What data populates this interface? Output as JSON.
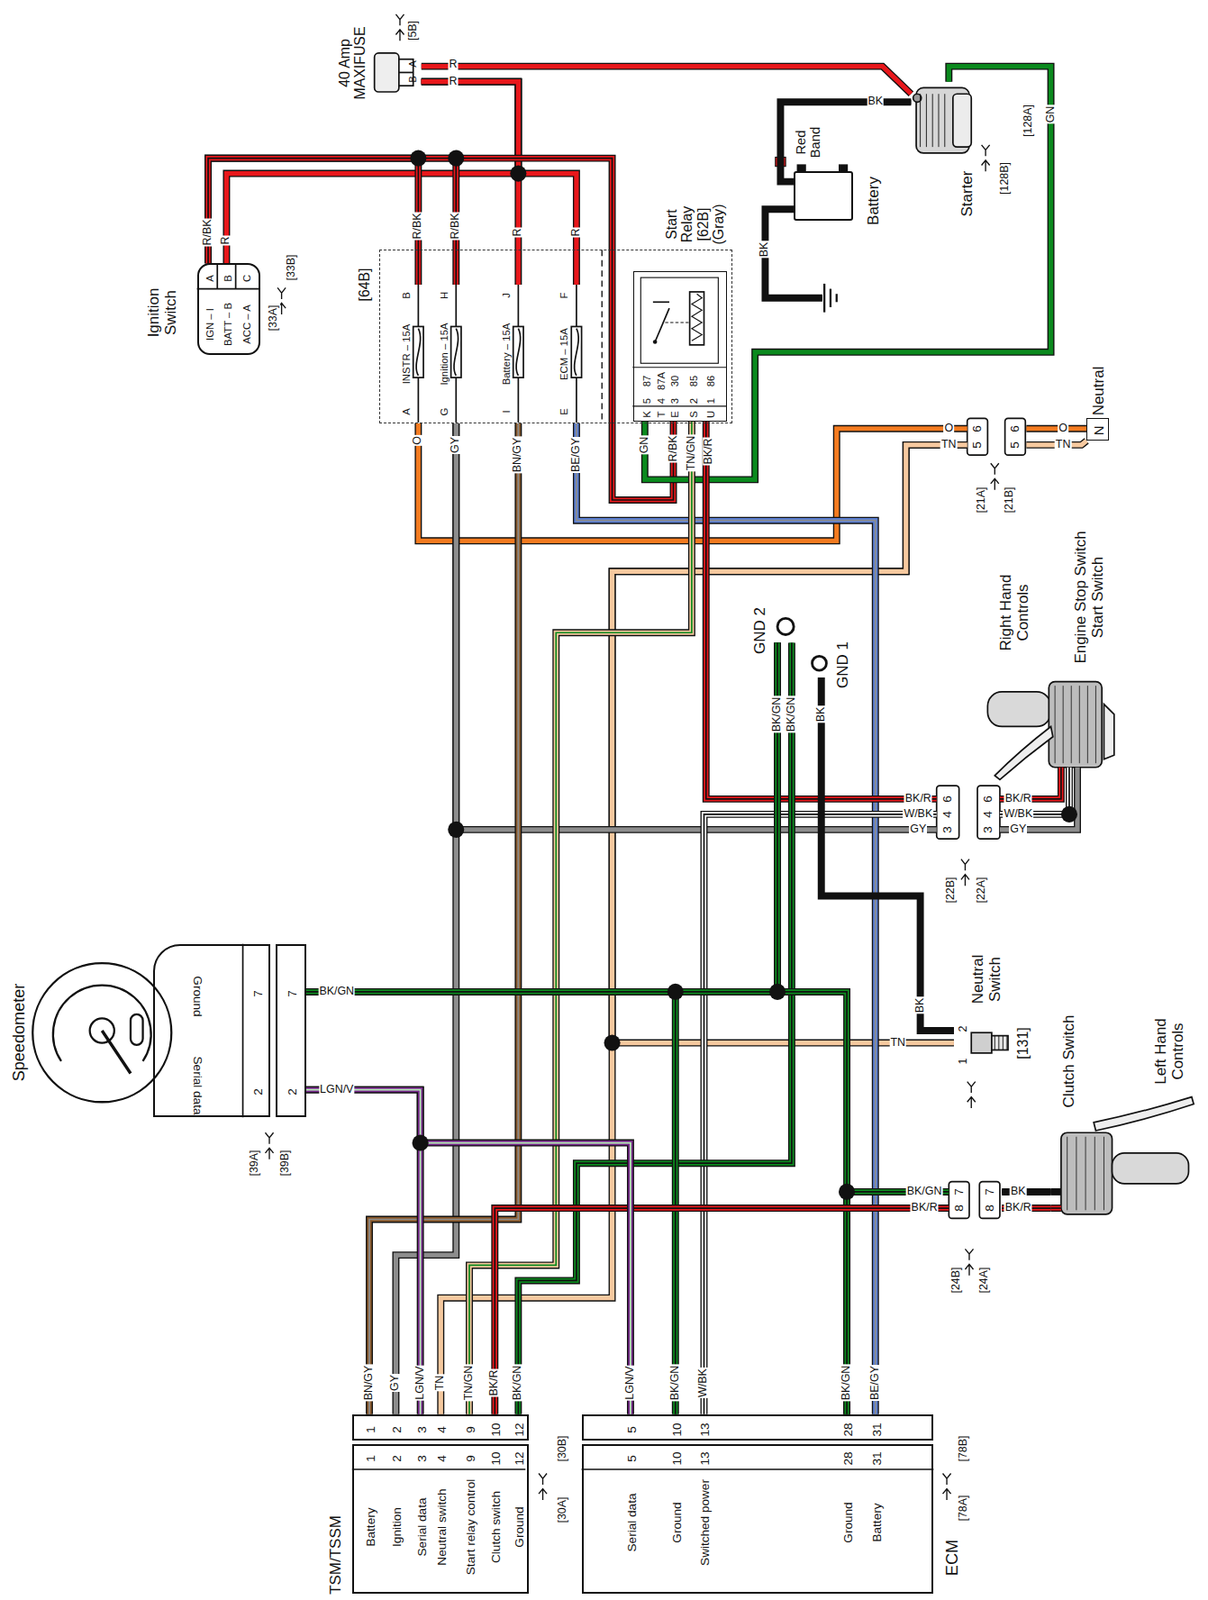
{
  "diagram": {
    "nodes": [
      {
        "text": [
          "Ignition Switch",
          "A",
          "B",
          "C",
          "IGN – I",
          "BATT – B",
          "ACC – A"
        ]
      },
      {
        "text": [
          "40 Amp MAXIFUSE",
          "B",
          "A"
        ]
      },
      {
        "text": [
          "[64B]"
        ]
      },
      {
        "text": [
          "B",
          "INSTR – 15A",
          "A"
        ],
        "in": 2
      },
      {
        "text": [
          "H",
          "Ignition – 15A",
          "G"
        ],
        "in": 2
      },
      {
        "text": [
          "J",
          "Battery – 15A",
          "I"
        ],
        "in": 2
      },
      {
        "text": [
          "F",
          "ECM – 15A",
          "E"
        ],
        "in": 2
      },
      {
        "text": [
          "Start Relay [62B] (Gray)",
          "87",
          "5",
          "K",
          "87A",
          "4",
          "T",
          "30",
          "3",
          "E",
          "85",
          "2",
          "S",
          "86",
          "1",
          "U"
        ],
        "in": 2
      },
      {
        "text": [
          "Starter"
        ]
      },
      {
        "text": [
          "Battery",
          "Red Band"
        ]
      },
      {
        "text": [
          "N",
          "Neutral"
        ]
      },
      {
        "text": [
          "6",
          "5",
          "6",
          "5"
        ]
      },
      {
        "text": [
          "GND 2"
        ]
      },
      {
        "text": [
          "GND 1"
        ]
      },
      {
        "text": [
          "6",
          "4",
          "3",
          "6",
          "4",
          "3"
        ]
      },
      {
        "text": [
          "Right Hand Controls",
          "Engine Stop Switch Start Switch"
        ]
      },
      {
        "text": [
          "Speedometer",
          "Ground",
          "7",
          "Serial data",
          "2"
        ]
      },
      {
        "text": [
          "7",
          "2"
        ]
      },
      {
        "text": [
          "Neutral Switch",
          "[131]",
          "2",
          "1"
        ]
      },
      {
        "text": [
          "7",
          "8",
          "7",
          "8"
        ]
      },
      {
        "text": [
          "Clutch Switch",
          "Left Hand Controls"
        ]
      },
      {
        "text": [
          "TSM/TSSM",
          "Battery",
          "1",
          "Ignition",
          "2",
          "Serial data",
          "3",
          "Neutral switch",
          "4",
          "Start relay control",
          "9",
          "Clutch switch",
          "10",
          "Ground",
          "12"
        ]
      },
      {
        "text": [
          "1",
          "2",
          "3",
          "4",
          "9",
          "10",
          "12"
        ]
      },
      {
        "text": [
          "ECM",
          "Serial data",
          "5",
          "Ground",
          "10",
          "Switched power",
          "13",
          "Ground",
          "28",
          "Battery",
          "31"
        ]
      },
      {
        "text": [
          "5",
          "10",
          "13",
          "28",
          "31"
        ]
      }
    ],
    "edges": [
      {
        "from": 1,
        "to": 8,
        "arrow": "none"
      },
      {
        "from": 1,
        "to": 5,
        "arrow": "none"
      },
      {
        "from": 1,
        "to": 6,
        "arrow": "none"
      },
      {
        "from": 1,
        "to": 0,
        "arrow": "none"
      },
      {
        "from": 0,
        "to": 3,
        "arrow": "none"
      },
      {
        "from": 0,
        "to": 4,
        "arrow": "none"
      },
      {
        "from": 0,
        "to": 7,
        "arrow": "none"
      },
      {
        "from": 9,
        "to": 8,
        "arrow": "none"
      },
      {
        "from": 8,
        "to": 7,
        "arrow": "none"
      },
      {
        "from": 3,
        "to": 11,
        "arrow": "none"
      },
      {
        "from": 11,
        "to": 10,
        "arrow": "none"
      },
      {
        "from": 10,
        "to": 11,
        "arrow": "none"
      },
      {
        "from": 11,
        "to": 22,
        "arrow": "none"
      },
      {
        "from": 11,
        "to": 18,
        "arrow": "none"
      },
      {
        "from": 4,
        "to": 14,
        "arrow": "none"
      },
      {
        "from": 4,
        "to": 22,
        "arrow": "none"
      },
      {
        "from": 5,
        "to": 22,
        "arrow": "none"
      },
      {
        "from": 6,
        "to": 24,
        "arrow": "none"
      },
      {
        "from": 7,
        "to": 22,
        "arrow": "none"
      },
      {
        "from": 7,
        "to": 14,
        "arrow": "none"
      },
      {
        "from": 14,
        "to": 24,
        "arrow": "none"
      },
      {
        "from": 12,
        "to": 17,
        "arrow": "none"
      },
      {
        "from": 12,
        "to": 22,
        "arrow": "none"
      },
      {
        "from": 12,
        "to": 24,
        "arrow": "none"
      },
      {
        "from": 12,
        "to": 24,
        "arrow": "none"
      },
      {
        "from": 19,
        "to": 24,
        "arrow": "none"
      },
      {
        "from": 19,
        "to": 22,
        "arrow": "none"
      },
      {
        "from": 13,
        "to": 18,
        "arrow": "none"
      },
      {
        "from": 17,
        "to": 22,
        "arrow": "none"
      },
      {
        "from": 17,
        "to": 24,
        "arrow": "none"
      },
      {
        "from": 14,
        "to": 15,
        "arrow": "none"
      },
      {
        "from": 14,
        "to": 15,
        "arrow": "none"
      },
      {
        "from": 14,
        "to": 15,
        "arrow": "none"
      },
      {
        "from": 20,
        "to": 19,
        "arrow": "none"
      },
      {
        "from": 20,
        "to": 19,
        "arrow": "none"
      }
    ],
    "labels": [
      "[5B]",
      "R",
      "R",
      "BK",
      "GN",
      "[128B]",
      "[128A]",
      "BK",
      "R/BK",
      "R",
      "[33A]",
      "[33B]",
      "R/BK",
      "R/BK",
      "R",
      "R",
      "O",
      "GY",
      "BN/GY",
      "BE/GY",
      "GN",
      "R/BK",
      "TN/GN",
      "BK/R",
      "O",
      "TN",
      "O",
      "TN",
      "[21A]",
      "[21B]",
      "BK/GN",
      "BK/GN",
      "BK",
      "BK/R",
      "W/BK",
      "GY",
      "BK/R",
      "W/BK",
      "GY",
      "[22B]",
      "[22A]",
      "BK/GN",
      "LGN/V",
      "[39A]",
      "[39B]",
      "BK",
      "TN",
      "BK/GN",
      "BK/R",
      "BK",
      "BK/R",
      "[24B]",
      "[24A]",
      "BN/GY",
      "GY",
      "LGN/V",
      "TN",
      "TN/GN",
      "BK/R",
      "BK/GN",
      "LGN/V",
      "BK/GN",
      "W/BK",
      "BK/GN",
      "BE/GY",
      "[30A]",
      "[30B]",
      "[78A]",
      "[78B]"
    ]
  }
}
